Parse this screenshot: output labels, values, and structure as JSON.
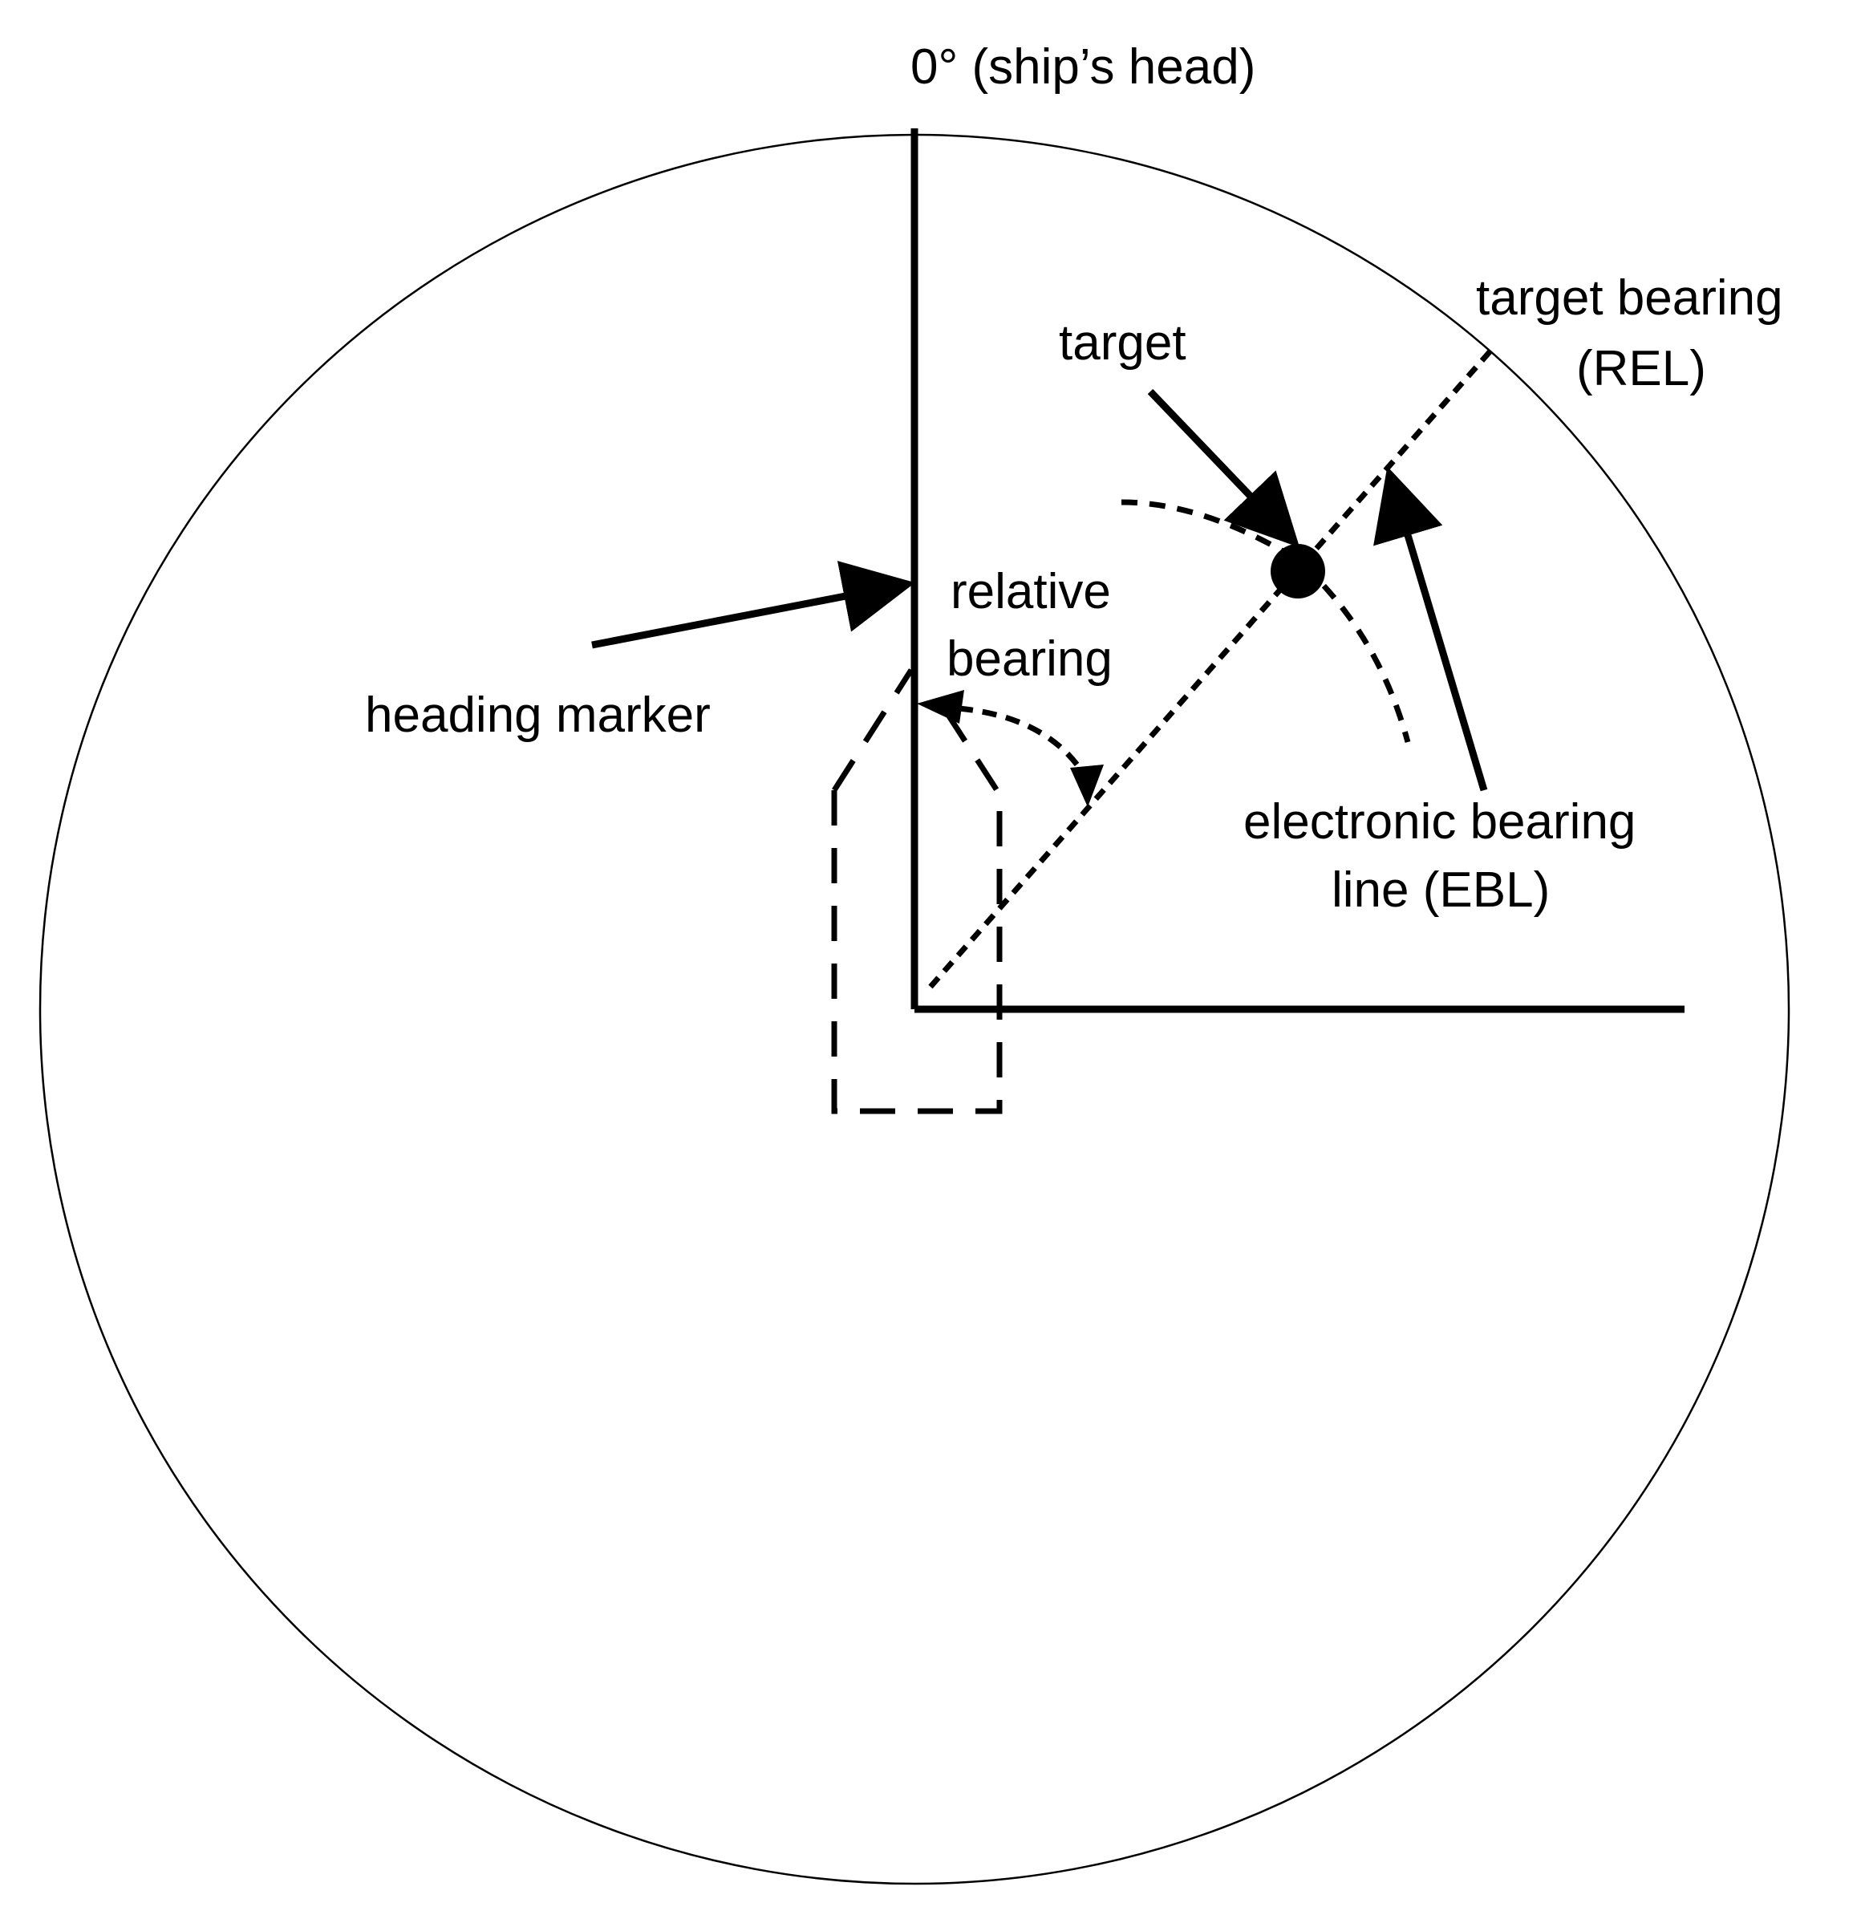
{
  "labels": {
    "ships_head": "0°  (ship’s head)",
    "target": "target",
    "target_bearing_line1": "target bearing",
    "target_bearing_line2": "(REL)",
    "relative_bearing_line1": "relative",
    "relative_bearing_line2": "bearing",
    "heading_marker": "heading marker",
    "ebl_line1": "electronic bearing",
    "ebl_line2": "line (EBL)"
  },
  "colors": {
    "stroke": "#000000",
    "background": "#ffffff"
  }
}
